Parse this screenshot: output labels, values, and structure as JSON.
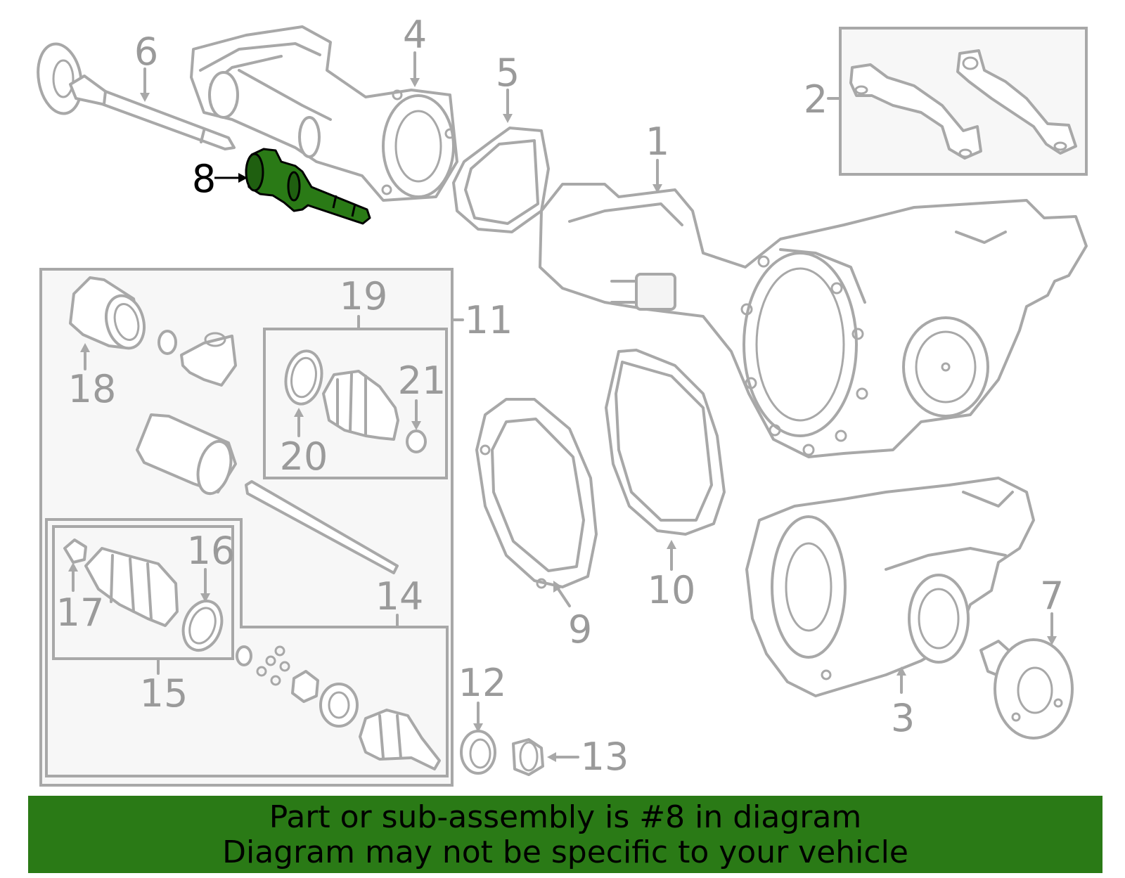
{
  "callouts": {
    "c1": "1",
    "c2": "2",
    "c3": "3",
    "c4": "4",
    "c5": "5",
    "c6": "6",
    "c7": "7",
    "c8": "8",
    "c9": "9",
    "c10": "10",
    "c11": "11",
    "c12": "12",
    "c13": "13",
    "c14": "14",
    "c15": "15",
    "c16": "16",
    "c17": "17",
    "c18": "18",
    "c19": "19",
    "c20": "20",
    "c21": "21"
  },
  "highlighted_part": "8",
  "colors": {
    "highlight": "#2a7a16",
    "linework": "#a8a8a8",
    "banner_bg": "#2a7a16",
    "banner_text": "#000000"
  },
  "banner": {
    "line1": "Part or sub-assembly is #8 in diagram",
    "line2": "Diagram may not be specific to your vehicle"
  }
}
